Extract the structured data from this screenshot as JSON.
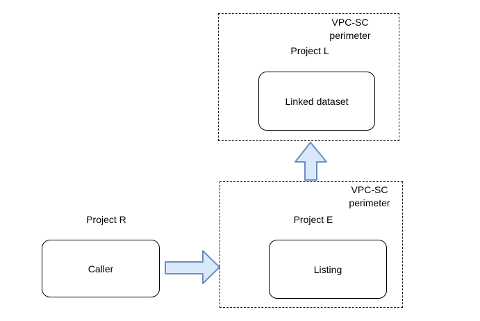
{
  "diagram": {
    "perimeter_top": {
      "perimeter_label_line1": "VPC-SC",
      "perimeter_label_line2": "perimeter",
      "project_label": "Project L",
      "node_label": "Linked dataset"
    },
    "perimeter_bottom": {
      "perimeter_label_line1": "VPC-SC",
      "perimeter_label_line2": "perimeter",
      "project_label": "Project E",
      "node_label": "Listing"
    },
    "external": {
      "project_label": "Project R",
      "node_label": "Caller"
    },
    "colors": {
      "arrow_fill": "#dae8fc",
      "arrow_stroke": "#6c8ebf",
      "box_stroke": "#000000",
      "background": "#ffffff"
    }
  }
}
